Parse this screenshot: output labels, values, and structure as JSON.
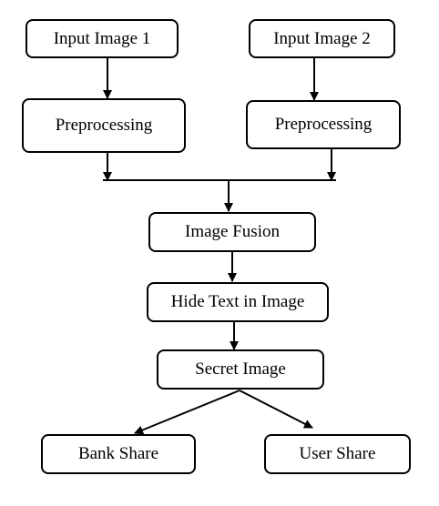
{
  "diagram": {
    "nodes": {
      "input1": "Input Image 1",
      "input2": "Input Image 2",
      "pre1": "Preprocessing",
      "pre2": "Preprocessing",
      "fusion": "Image Fusion",
      "hide": "Hide Text in Image",
      "secret": "Secret Image",
      "bank": "Bank Share",
      "user": "User Share"
    },
    "edges": [
      {
        "from": "Input Image 1",
        "to": "Preprocessing"
      },
      {
        "from": "Input Image 2",
        "to": "Preprocessing"
      },
      {
        "from": "Preprocessing",
        "to": "Image Fusion"
      },
      {
        "from": "Preprocessing",
        "to": "Image Fusion"
      },
      {
        "from": "Image Fusion",
        "to": "Hide Text in Image"
      },
      {
        "from": "Hide Text in Image",
        "to": "Secret Image"
      },
      {
        "from": "Secret Image",
        "to": "Bank Share"
      },
      {
        "from": "Secret Image",
        "to": "User Share"
      }
    ]
  }
}
